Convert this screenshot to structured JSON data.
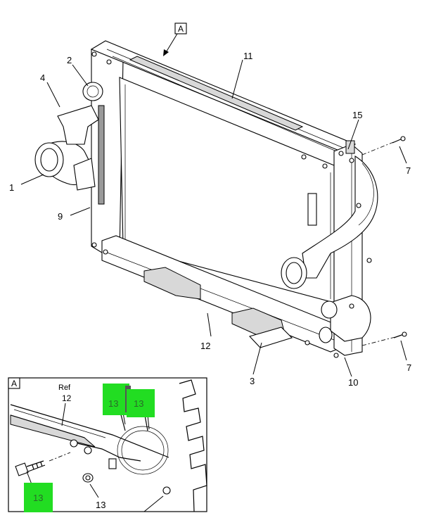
{
  "view_label": "A",
  "callouts": {
    "c1": "1",
    "c2": "2",
    "c4": "4",
    "c9": "9",
    "c11": "11",
    "c12": "12",
    "c15": "15",
    "c7a": "7",
    "c7b": "7",
    "c3": "3",
    "c10": "10"
  },
  "detail": {
    "label": "A",
    "ref_text": "Ref",
    "ref_number": "12",
    "highlight_a": "13",
    "highlight_b": "13",
    "highlight_c": "13",
    "plain_13": "13"
  },
  "colors": {
    "highlight_fill": "#22dd22",
    "line": "#000000",
    "background": "#ffffff"
  }
}
